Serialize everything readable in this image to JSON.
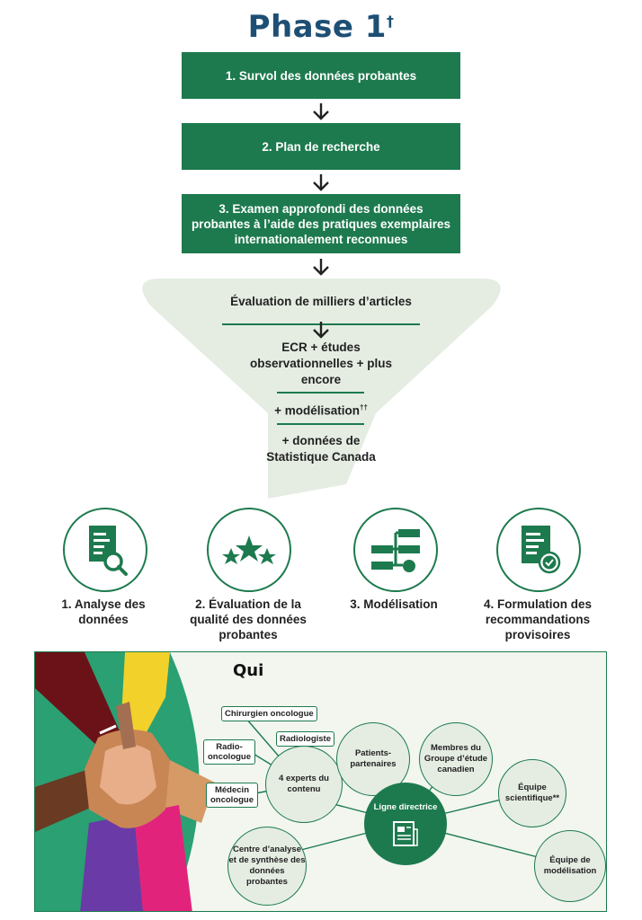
{
  "title": {
    "text": "Phase 1",
    "mark": "†"
  },
  "steps": [
    "1. Survol des données probantes",
    "2. Plan de recherche",
    "3. Examen approfondi des données probantes à l’aide des pratiques exemplaires internationalement reconnues"
  ],
  "funnel": {
    "top": "Évaluation de milliers d’articles",
    "middle": "ECR + études observationnelles + plus encore",
    "modelling": "+ modélisation",
    "modelling_mark": "††",
    "bottom": "+ données de Statistique Canada"
  },
  "processes": [
    {
      "label": "1. Analyse des données",
      "icon": "document-search-icon"
    },
    {
      "label": "2. Évaluation de la qualité des données probantes",
      "icon": "three-stars-icon"
    },
    {
      "label": "3. Modélisation",
      "icon": "flowchart-icon"
    },
    {
      "label": "4. Formulation des recommandations provisoires",
      "icon": "document-check-icon"
    }
  ],
  "qui": {
    "heading": "Qui",
    "center": "Ligne directrice",
    "nodes": {
      "experts": "4 experts du contenu",
      "patients": "Patients-partenaires",
      "membres": "Membres du Groupe d’étude canadien",
      "equipe_sci": "Équipe scientifique**",
      "centre": "Centre d’analyse et de synthèse des données probantes",
      "equipe_mod": "Équipe de modélisation"
    },
    "tags": {
      "chirurgien": "Chirurgien oncologue",
      "radiologiste": "Radiologiste",
      "radio": "Radio-oncologue",
      "medecin": "Médecin oncologue"
    }
  },
  "colors": {
    "brand_green": "#1d7a4e",
    "title_blue": "#1d4f74",
    "pale_green": "#e5ede3",
    "panel_bg": "#f2f6ef"
  }
}
